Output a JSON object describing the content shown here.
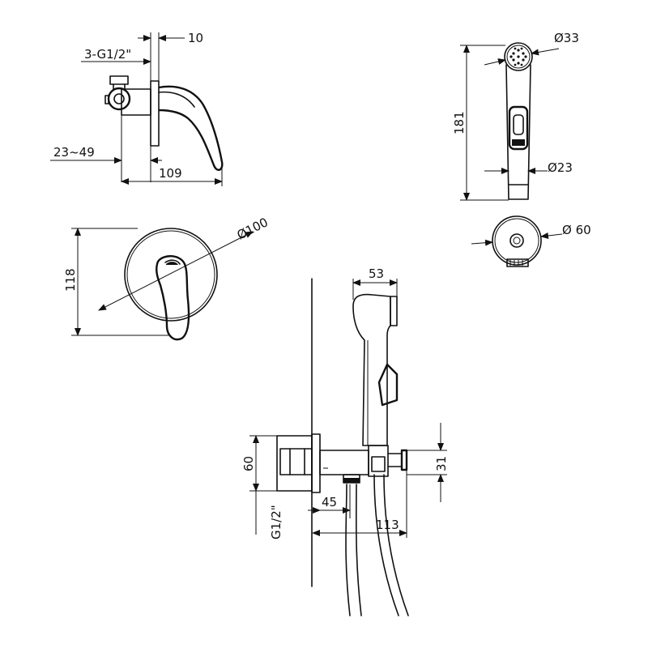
{
  "dimensions": {
    "thread_spec": "3-G1/2\"",
    "plate_thickness": "10",
    "wall_depth": "23~49",
    "mixer_projection": "109",
    "plate_diameter": "Ø100",
    "plate_height": "118",
    "spray_head_diameter": "Ø33",
    "handshower_length": "181",
    "handle_diameter": "Ø23",
    "holder_diameter": "Ø 60",
    "head_width": "53",
    "holder_height": "60",
    "valve_height": "31",
    "outlet_thread": "G1/2\"",
    "outlet_offset": "45",
    "holder_projection": "113"
  }
}
